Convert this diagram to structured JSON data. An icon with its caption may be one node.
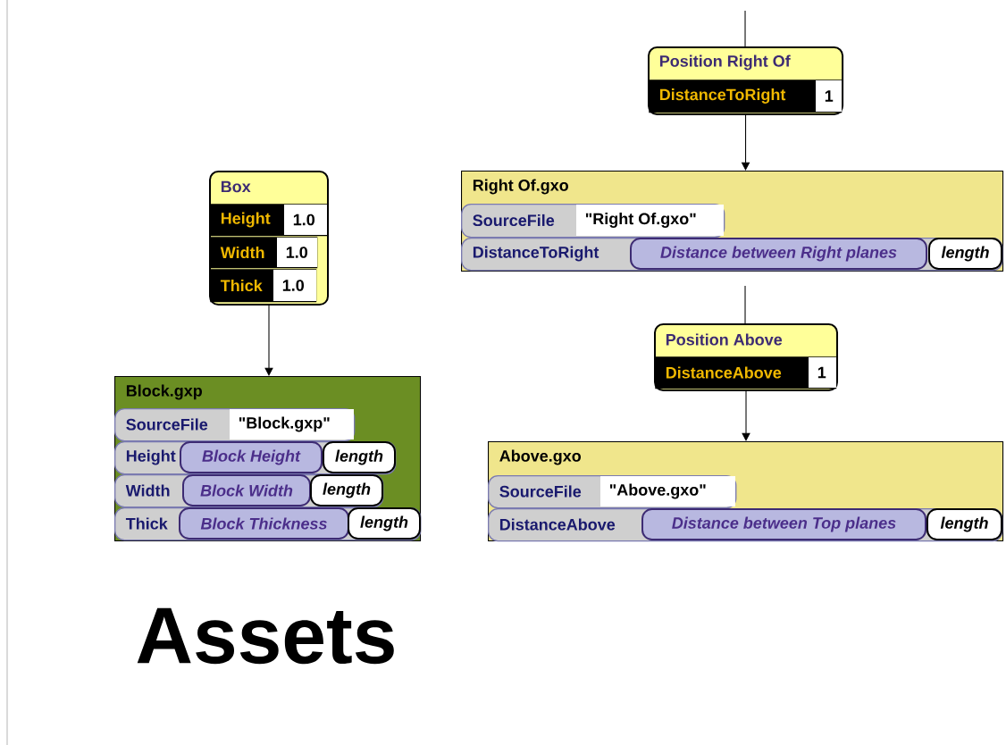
{
  "diagram": {
    "title": "Assets",
    "nodes": [
      {
        "text": [
          "Box"
        ]
      },
      {
        "text": [
          "Height",
          "1.0"
        ],
        "in": 0
      },
      {
        "text": [
          "Width",
          "1.0"
        ],
        "in": 0
      },
      {
        "text": [
          "Thick",
          "1.0"
        ],
        "in": 0
      },
      {
        "text": [
          "Block.gxp"
        ]
      },
      {
        "text": [
          "SourceFile",
          "\"Block.gxp\""
        ],
        "in": 4
      },
      {
        "text": [
          "Height",
          "Block Height",
          "length"
        ],
        "in": 4
      },
      {
        "text": [
          "Width",
          "Block Width",
          "length"
        ],
        "in": 4
      },
      {
        "text": [
          "Thick",
          "Block Thickness",
          "length"
        ],
        "in": 4
      },
      {
        "text": [
          "Position Right Of"
        ]
      },
      {
        "text": [
          "DistanceToRight",
          "1"
        ],
        "in": 9
      },
      {
        "text": [
          "Right Of.gxo"
        ]
      },
      {
        "text": [
          "SourceFile",
          "\"Right Of.gxo\""
        ],
        "in": 11
      },
      {
        "text": [
          "DistanceToRight",
          "Distance between Right planes",
          "length"
        ],
        "in": 11
      },
      {
        "text": [
          "Position Above"
        ]
      },
      {
        "text": [
          "DistanceAbove",
          "1"
        ],
        "in": 14
      },
      {
        "text": [
          "Above.gxo"
        ]
      },
      {
        "text": [
          "SourceFile",
          "\"Above.gxo\""
        ],
        "in": 16
      },
      {
        "text": [
          "DistanceAbove",
          "Distance between Top planes",
          "length"
        ],
        "in": 16
      }
    ],
    "edges": [
      {
        "from": 0,
        "to": 4,
        "arrow": "to"
      },
      {
        "from": null,
        "to": 9,
        "arrow": "none"
      },
      {
        "from": 9,
        "to": 11,
        "arrow": "to"
      },
      {
        "from": null,
        "to": 14,
        "arrow": "none"
      },
      {
        "from": 14,
        "to": 16,
        "arrow": "to"
      }
    ]
  }
}
